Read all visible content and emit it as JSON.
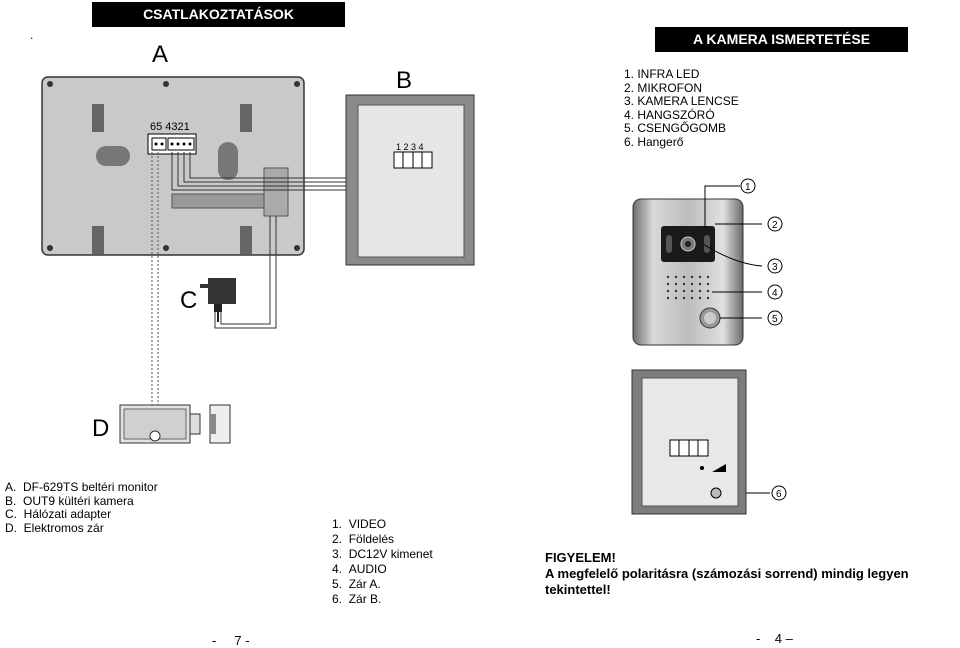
{
  "dot": ".",
  "left_header": "CSATLAKOZTATÁSOK",
  "right_header": "A KAMERA ISMERTETÉSE",
  "diagram_letters": {
    "a": "A",
    "b": "B",
    "c": "C",
    "d": "D"
  },
  "monitor_terminals": "65 4321",
  "camera_terminals": "1 2 3 4",
  "camera_parts": [
    "1. INFRA LED",
    "2. MIKROFON",
    "3. KAMERA LENCSE",
    "4. HANGSZÓRÓ",
    "5.  CSENGŐGOMB",
    "6. Hangerő"
  ],
  "callouts": [
    "1",
    "2",
    "3",
    "4",
    "5",
    "6"
  ],
  "components": [
    {
      "letter": "A.",
      "text": "DF-629TS beltéri monitor"
    },
    {
      "letter": "B.",
      "text": "OUT9 kültéri kamera"
    },
    {
      "letter": "C.",
      "text": "Hálózati adapter"
    },
    {
      "letter": "D.",
      "text": "Elektromos zár"
    }
  ],
  "wiring": [
    {
      "num": "1.",
      "text": "VIDEO"
    },
    {
      "num": "2.",
      "text": "Földelés"
    },
    {
      "num": "3.",
      "text": "DC12V kimenet"
    },
    {
      "num": "4.",
      "text": "AUDIO"
    },
    {
      "num": "5.",
      "text": "Zár A."
    },
    {
      "num": "6.",
      "text": "Zár B."
    }
  ],
  "attention": {
    "title": "FIGYELEM!",
    "line1": "A megfelelő polaritásra (számozási sorrend) mindig legyen",
    "line2": "tekintettel!"
  },
  "page_left": "-     7 -",
  "page_right": "-    4 –"
}
